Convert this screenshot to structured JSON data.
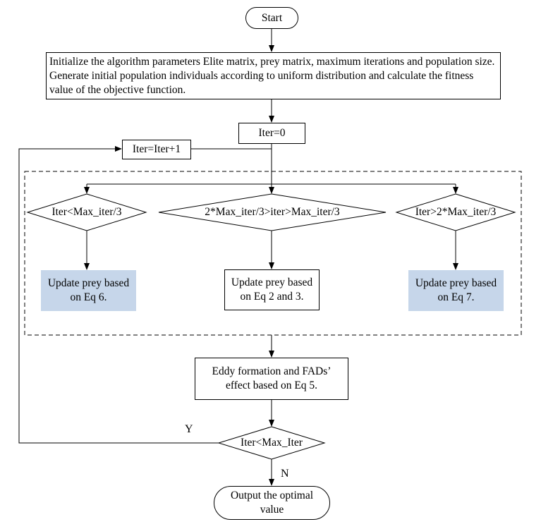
{
  "flowchart": {
    "start": "Start",
    "init": "Initialize the algorithm parameters Elite matrix, prey matrix, maximum  iterations and population size. Generate initial population individuals according to uniform distribution and calculate the fitness value of the objective function.",
    "iter_init": "Iter=0",
    "iter_inc": "Iter=Iter+1",
    "cond_left": "Iter<Max_iter/3",
    "cond_mid": "2*Max_iter/3>iter>Max_iter/3",
    "cond_right": "Iter>2*Max_iter/3",
    "update_left": [
      "Update prey based",
      "on Eq 6."
    ],
    "update_mid": [
      "Update prey based",
      "on Eq 2 and 3."
    ],
    "update_right": [
      "Update prey based",
      "on Eq 7."
    ],
    "eddy": [
      "Eddy formation and FADs’",
      "effect based on Eq 5."
    ],
    "loop_cond": "Iter<Max_Iter",
    "yes_label": "Y",
    "no_label": "N",
    "output": [
      "Output the optimal",
      "value"
    ]
  },
  "colors": {
    "highlight_fill": "#c6d6ea",
    "line": "#000000"
  }
}
